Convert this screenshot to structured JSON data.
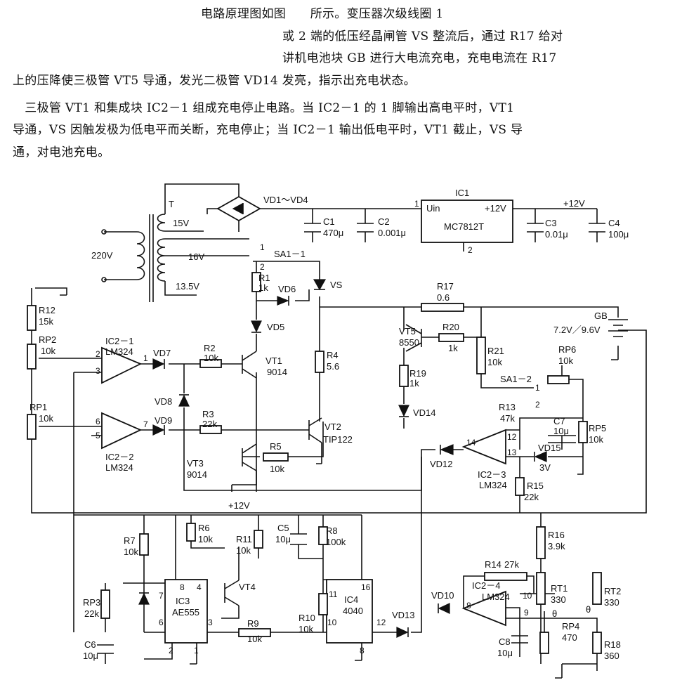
{
  "text": {
    "p1_l1": "电路原理图如图　　所示。变压器次级线圈 1",
    "p1_l2": "或 2 端的低压经晶闸管 VS 整流后，通过 R17 给对",
    "p1_l3": "讲机电池块 GB 进行大电流充电，充电电流在 R17",
    "p1_l4": "上的压降使三极管 VT5 导通，发光二极管 VD14 发亮，指示出充电状态。",
    "p2_l1": "　三极管 VT1 和集成块 IC2－1 组成充电停止电路。当 IC2－1 的 1 脚输出高电平时，VT1",
    "p2_l2": "导通，VS 因触发极为低电平而关断，充电停止；当 IC2－1 输出低电平时，VT1 截止，VS 导",
    "p2_l3": "通，对电池充电。"
  },
  "labels": {
    "T": "T",
    "v220": "220V",
    "v15": "15V",
    "v16": "16V",
    "v135": "13.5V",
    "sa11": "SA1－1",
    "sa11_1": "1",
    "sa11_2": "2",
    "vd1_4": "VD1～VD4",
    "c1": "C1",
    "c1v": "470μ",
    "c2": "C2",
    "c2v": "0.001μ",
    "ic1": "IC1",
    "uin": "Uin",
    "ic1_out": "+12V",
    "ic1_part": "MC7812T",
    "ic1_p1": "1",
    "ic1_p2": "2",
    "c3": "C3",
    "c3v": "0.01μ",
    "plus12_top": "+12V",
    "c4": "C4",
    "c4v": "100μ",
    "r1": "R1",
    "r1v": "1k",
    "vd6": "VD6",
    "vs": "VS",
    "vd5": "VD5",
    "r17": "R17",
    "r17v": "0.6",
    "gb": "GB",
    "gbv": "7.2V／9.6V",
    "r12": "R12",
    "r12v": "15k",
    "rp2": "RP2",
    "rp2v": "10k",
    "ic21": "IC2－1",
    "ic21p": "LM324",
    "p2": "2",
    "p3": "3",
    "p1": "1",
    "vd7": "VD7",
    "r2": "R2",
    "r2v": "10k",
    "vt1": "VT1",
    "vt1v": "9014",
    "r4": "R4",
    "r4v": "5.6",
    "vt5": "VT5",
    "vt5v": "8550",
    "r20": "R20",
    "r20v": "1k",
    "r21": "R21",
    "r21v": "10k",
    "rp6": "RP6",
    "rp6v": "10k",
    "sa12": "SA1－2",
    "sa12_1": "1",
    "sa12_2": "2",
    "r19": "R19",
    "r19v": "1k",
    "vd14": "VD14",
    "rp1": "RP1",
    "rp1v": "10k",
    "p6": "6",
    "p5": "5",
    "p7": "7",
    "vd8": "VD8",
    "vd9": "VD9",
    "r3": "R3",
    "r3v": "22k",
    "vt2": "VT2",
    "vt2v": "TIP122",
    "r13": "R13",
    "r13v": "47k",
    "c7": "C7",
    "c7v": "10μ",
    "rp5": "RP5",
    "rp5v": "10k",
    "ic22": "IC2－2",
    "ic22p": "LM324",
    "vt3": "VT3",
    "vt3v": "9014",
    "r5": "R5",
    "r5v": "10k",
    "vd12": "VD12",
    "p14": "14",
    "p12": "12",
    "p13": "13",
    "vd15": "VD15",
    "vd15v": "3V",
    "ic23": "IC2－3",
    "ic23p": "LM324",
    "r15": "R15",
    "r15v": "22k",
    "plus12_mid": "+12V",
    "r6": "R6",
    "r6v": "10k",
    "r11": "R11",
    "r11v": "10k",
    "c5": "C5",
    "c5v": "10μ",
    "r8": "R8",
    "r8v": "100k",
    "r16": "R16",
    "r16v": "3.9k",
    "r7": "R7",
    "r7v": "10k",
    "ic3_p8": "8",
    "ic3_p4": "4",
    "vt4": "VT4",
    "ic3_p7": "7",
    "ic4_p11": "11",
    "ic4_p16": "16",
    "ic3": "IC3",
    "ic3p": "AE555",
    "ic4": "IC4",
    "ic4p": "4040",
    "r14": "R14",
    "r14v": "27k",
    "ic24": "IC2－4",
    "ic24p": "LM324",
    "p10": "10",
    "p9": "9",
    "rt1": "RT1",
    "rt1v": "330",
    "rt2": "RT2",
    "rt2v": "330",
    "theta1": "θ",
    "theta2": "θ",
    "rp3": "RP3",
    "rp3v": "22k",
    "ic3_p6": "6",
    "ic3_p3": "3",
    "r10": "R10",
    "r10v": "10k",
    "ic4_p10": "10",
    "ic4_p12": "12",
    "vd13": "VD13",
    "vd10": "VD10",
    "p8": "8",
    "r9": "R9",
    "r9v": "10k",
    "c6": "C6",
    "c6v": "10μ",
    "ic3_p2": "2",
    "ic3_p1": "1",
    "ic4_p8": "8",
    "c8": "C8",
    "c8v": "10μ",
    "rp4": "RP4",
    "rp4v": "470",
    "r18": "R18",
    "r18v": "360"
  },
  "colors": {
    "ink": "#111111",
    "background": "#ffffff"
  }
}
